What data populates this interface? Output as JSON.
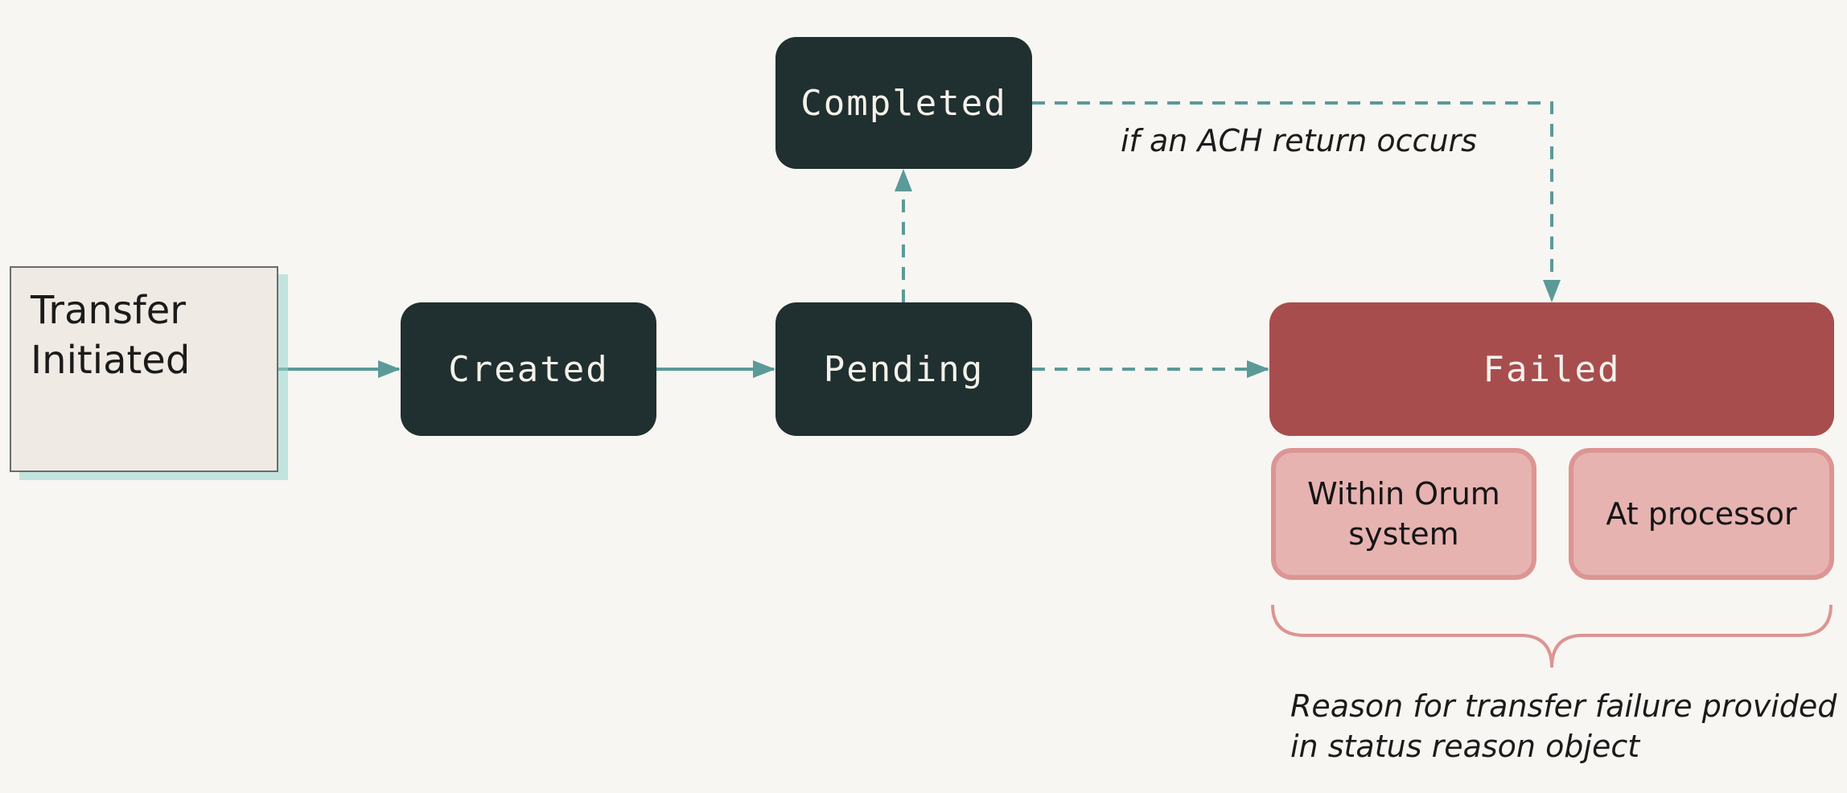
{
  "diagram": {
    "start": {
      "label": "Transfer\nInitiated"
    },
    "states": {
      "completed": "Completed",
      "created": "Created",
      "pending": "Pending",
      "failed": "Failed"
    },
    "failure_reasons": {
      "within": "Within Orum\nsystem",
      "processor": "At processor"
    },
    "notes": {
      "ach_return": "if an ACH return occurs",
      "reason": "Reason for transfer failure provided\nin status reason object"
    },
    "colors": {
      "background": "#f8f6f2",
      "state_fill": "#202f2f",
      "failed_fill": "#a84d4e",
      "reason_fill": "#e6b3b1",
      "reason_border": "#dc9593",
      "arrow": "#5b9a98",
      "brace": "#dc9593"
    }
  }
}
